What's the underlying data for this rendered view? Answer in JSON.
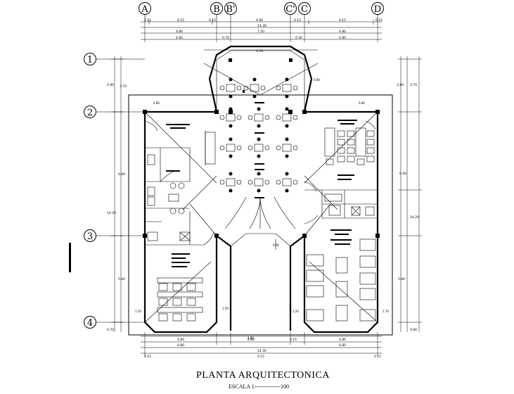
{
  "drawing": {
    "title": "PLANTA ARQUITECTONICA",
    "scale": "ESCALA 1--------------100"
  },
  "axes": {
    "columns": [
      "A",
      "B",
      "B'",
      "C'",
      "C",
      "D"
    ],
    "rows": [
      "1",
      "2",
      "3",
      "4"
    ]
  },
  "dimensions": {
    "top_row1": [
      "0.15",
      "4.15",
      "0.15",
      "4.80",
      "0.15",
      "4.15",
      "0.15"
    ],
    "top_total": "14.30",
    "top_row3": [
      "4.80",
      "7.50",
      "4.80"
    ],
    "top_row4": [
      "4.80",
      "0.70",
      "0.30",
      "4.80"
    ],
    "top_bay": "3.70",
    "bottom_row1": [
      "4.80",
      "4.80",
      "0.15",
      "4.80"
    ],
    "bottom_row2": [
      "4.80",
      "4.80"
    ],
    "bottom_total": "14.30",
    "bottom_row4": [
      "0.15",
      "0.15",
      "0.15"
    ],
    "left": [
      "2.80",
      "3.70",
      "6.00",
      "5.00",
      "14.20",
      "0.70"
    ],
    "right": [
      "2.80",
      "3.70",
      "6.40",
      "5.00",
      "14.20",
      "0.80"
    ],
    "misc": [
      "2.80",
      "0.80",
      "1.50",
      "1.50",
      "4.80",
      "1.20",
      "1.70",
      "0.80",
      "0.90"
    ]
  }
}
